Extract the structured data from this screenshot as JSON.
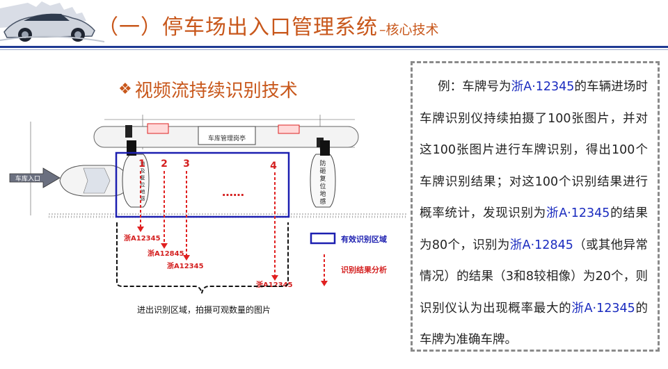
{
  "header": {
    "title": "（一）停车场出入口管理系统",
    "subtitle": "–核心技术"
  },
  "section": {
    "icon": "diamond-bullet-icon",
    "title": "视频流持续识别技术"
  },
  "diagram": {
    "booth_label": "车库管理岗亭",
    "entry_label": "车库入口",
    "right_lane_label": "防砸复位地感线圈",
    "left_lane_label": "防砸复位地感线圈",
    "frame_numbers": [
      "1",
      "2",
      "3",
      "4"
    ],
    "ellipsis": "……",
    "results": [
      "浙A12345",
      "浙A12845",
      "浙A12345",
      "浙A12345"
    ],
    "caption": "进出识别区域，拍摄可观数量的图片",
    "legend": {
      "zone_label": "有效识别区域",
      "arrow_label": "识别结果分析"
    },
    "colors": {
      "zone": "#1c1fb0",
      "arrow": "#e02020",
      "result_text": "#d42020"
    }
  },
  "example": {
    "segments": [
      {
        "t": "例：车牌号为",
        "plate": false
      },
      {
        "t": "浙A·12345",
        "plate": true
      },
      {
        "t": "的车辆进场时车牌识别仪持续拍摄了100张图片，并对这100张图片进行车牌识别，得出100个车牌识别结果；对这100个识别结果进行概率统计，发现识别为",
        "plate": false
      },
      {
        "t": "浙A·12345",
        "plate": true
      },
      {
        "t": "的结果为80个，识别为",
        "plate": false
      },
      {
        "t": "浙A·12845",
        "plate": true
      },
      {
        "t": "（或其他异常情况）的结果（3和8较相像）为20个，则识别仪认为出现概率最大的",
        "plate": false
      },
      {
        "t": "浙A·12345",
        "plate": true
      },
      {
        "t": "的车牌为准确车牌。",
        "plate": false
      }
    ]
  }
}
